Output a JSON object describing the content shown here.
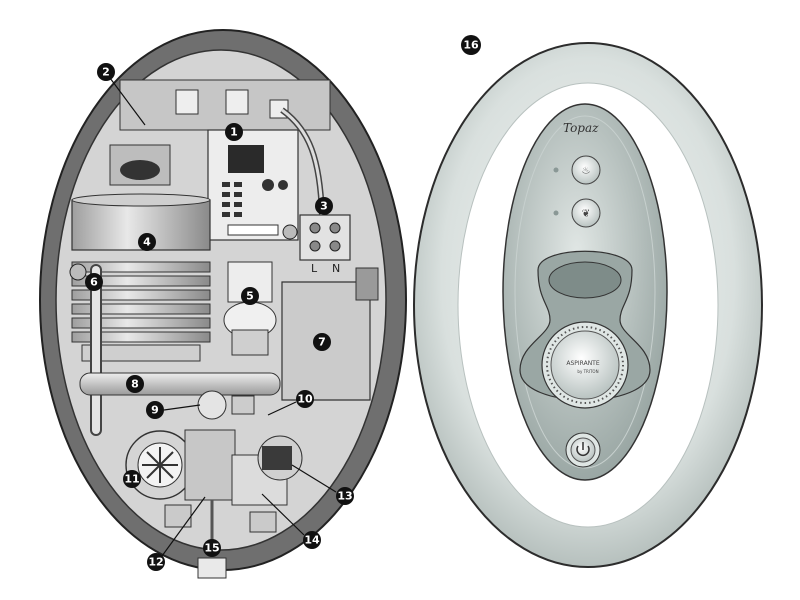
{
  "diagram": {
    "callouts": [
      {
        "id": "1",
        "label": "1"
      },
      {
        "id": "2",
        "label": "2"
      },
      {
        "id": "3",
        "label": "3"
      },
      {
        "id": "4",
        "label": "4"
      },
      {
        "id": "5",
        "label": "5"
      },
      {
        "id": "6",
        "label": "6"
      },
      {
        "id": "7",
        "label": "7"
      },
      {
        "id": "8",
        "label": "8"
      },
      {
        "id": "9",
        "label": "9"
      },
      {
        "id": "10",
        "label": "10"
      },
      {
        "id": "11",
        "label": "11"
      },
      {
        "id": "12",
        "label": "12"
      },
      {
        "id": "13",
        "label": "13"
      },
      {
        "id": "14",
        "label": "14"
      },
      {
        "id": "15",
        "label": "15"
      },
      {
        "id": "16",
        "label": "16"
      }
    ],
    "terminal_labels": {
      "live": "L",
      "neutral": "N"
    },
    "front_panel": {
      "brand": "Topaz",
      "dial_brand": "ASPIRANTE",
      "dial_sub": "by TRITON",
      "buttons": [
        {
          "name": "heat-mode",
          "icon": "heat-icon"
        },
        {
          "name": "eco-mode",
          "icon": "leaf-icon"
        },
        {
          "name": "power",
          "icon": "power-icon"
        }
      ]
    },
    "colors": {
      "outline": "#333333",
      "shell": "#cfd6d4",
      "panel": "#a9b6b3",
      "callout": "#111111"
    }
  }
}
